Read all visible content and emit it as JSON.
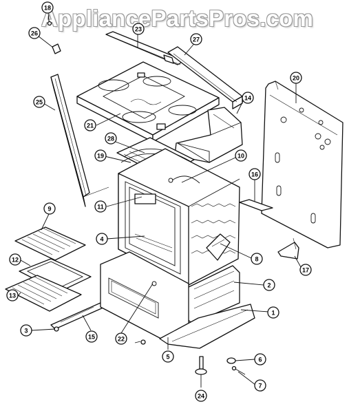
{
  "watermark": "AppliancePartsPros.com",
  "callouts": [
    {
      "id": "18",
      "label": "18"
    },
    {
      "id": "26",
      "label": "26"
    },
    {
      "id": "23",
      "label": "23"
    },
    {
      "id": "27",
      "label": "27"
    },
    {
      "id": "25",
      "label": "25"
    },
    {
      "id": "21",
      "label": "21"
    },
    {
      "id": "14",
      "label": "14"
    },
    {
      "id": "20",
      "label": "20"
    },
    {
      "id": "28",
      "label": "28"
    },
    {
      "id": "19",
      "label": "19"
    },
    {
      "id": "10",
      "label": "10"
    },
    {
      "id": "16",
      "label": "16"
    },
    {
      "id": "11",
      "label": "11"
    },
    {
      "id": "9",
      "label": "9"
    },
    {
      "id": "4",
      "label": "4"
    },
    {
      "id": "8",
      "label": "8"
    },
    {
      "id": "12",
      "label": "12"
    },
    {
      "id": "17",
      "label": "17"
    },
    {
      "id": "2",
      "label": "2"
    },
    {
      "id": "13",
      "label": "13"
    },
    {
      "id": "1",
      "label": "1"
    },
    {
      "id": "3",
      "label": "3"
    },
    {
      "id": "15",
      "label": "15"
    },
    {
      "id": "22",
      "label": "22"
    },
    {
      "id": "5",
      "label": "5"
    },
    {
      "id": "6",
      "label": "6"
    },
    {
      "id": "7",
      "label": "7"
    },
    {
      "id": "24",
      "label": "24"
    }
  ]
}
